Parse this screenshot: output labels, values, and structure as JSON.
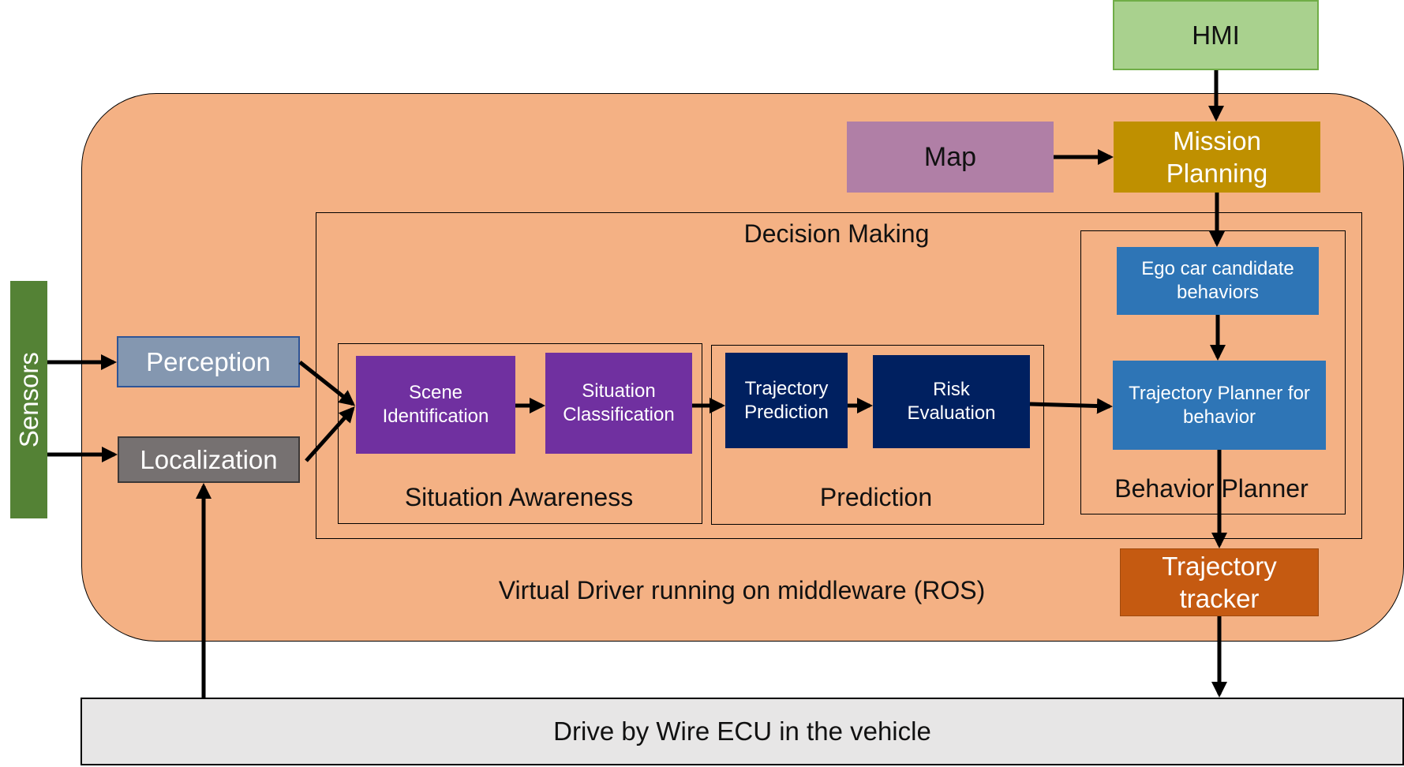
{
  "colors": {
    "main_bg": "#F4B184",
    "hmi": "#A9D18E",
    "map": "#B07FA6",
    "mission": "#BF9000",
    "perception": "#8497B0",
    "localization": "#767171",
    "sensors": "#548235",
    "situation_boxes": "#7030A0",
    "prediction_boxes": "#002060",
    "behavior_boxes": "#2E75B6",
    "tracker": "#C55A11",
    "ecu_bg": "#E7E6E6"
  },
  "diagram": {
    "hmi": "HMI",
    "map": "Map",
    "mission_planning": "Mission Planning",
    "sensors": "Sensors",
    "perception": "Perception",
    "localization": "Localization",
    "decision_making": "Decision Making",
    "situation_awareness": {
      "title": "Situation Awareness",
      "scene_identification": "Scene Identification",
      "situation_classification": "Situation Classification"
    },
    "prediction": {
      "title": "Prediction",
      "trajectory_prediction": "Trajectory Prediction",
      "risk_evaluation": "Risk Evaluation"
    },
    "behavior_planner": {
      "title": "Behavior Planner",
      "ego_candidate": "Ego car candidate behaviors",
      "trajectory_planner": "Trajectory Planner for behavior"
    },
    "trajectory_tracker": "Trajectory tracker",
    "virtual_driver": "Virtual Driver running on middleware (ROS)",
    "ecu": "Drive by Wire ECU in the vehicle"
  }
}
